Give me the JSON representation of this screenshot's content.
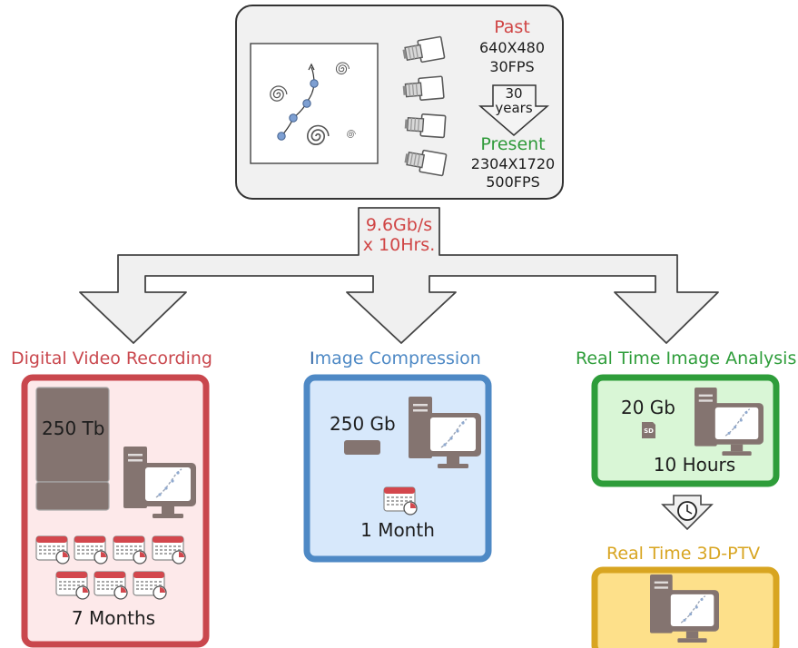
{
  "camera_box": {
    "past_label": "Past",
    "past_resolution": "640X480",
    "past_fps": "30FPS",
    "arrow_line1": "30",
    "arrow_line2": "years",
    "present_label": "Present",
    "present_resolution": "2304X1720",
    "present_fps": "500FPS"
  },
  "data_rate": {
    "line1": "9.6Gb/s",
    "line2": "x 10Hrs."
  },
  "branches": {
    "dvr": {
      "title": "Digital Video Recording",
      "storage": "250 Tb",
      "duration": "7 Months",
      "color": "#c9474d",
      "fill": "#fde9ea"
    },
    "compression": {
      "title": "Image Compression",
      "title_initial": "I",
      "title_rest": "mage Compression",
      "storage": "250 Gb",
      "duration": "1 Month",
      "color": "#4e89c5",
      "fill": "#d7e8fb"
    },
    "realtime": {
      "title": "Real Time Image Analysis",
      "storage": "20 Gb",
      "sd_label": "SD",
      "duration": "10 Hours",
      "color": "#2e9d3a",
      "fill": "#d9f6d6"
    },
    "ptv": {
      "title": "Real Time 3D-PTV",
      "color": "#d8a521",
      "fill": "#fde08a"
    }
  },
  "colors": {
    "past": "#d04545",
    "present": "#2f9a3a",
    "arrow_fill": "#f0f0f0",
    "arrow_stroke": "#444444",
    "device": "#847470"
  }
}
